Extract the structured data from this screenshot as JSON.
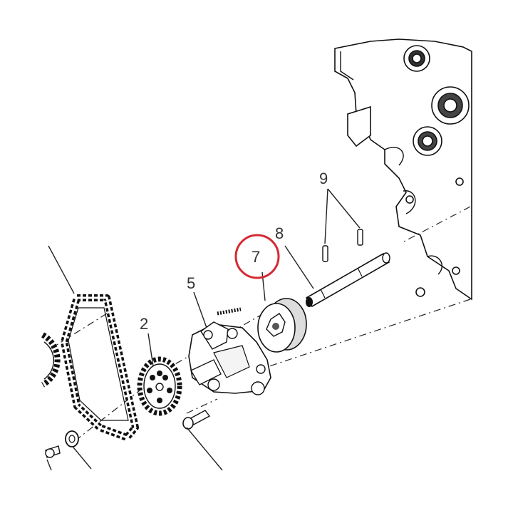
{
  "callouts": {
    "part_2": "2",
    "part_5": "5",
    "part_7": "7",
    "part_8": "8",
    "part_9": "9"
  },
  "highlight": {
    "callout": "7",
    "color": "#d42a34"
  }
}
